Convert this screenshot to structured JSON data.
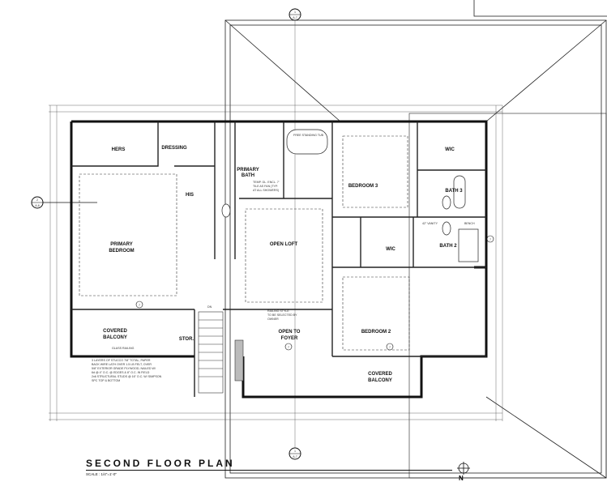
{
  "title": "SECOND FLOOR PLAN",
  "scale": "SCALE : 1/4\"=1'-0\"",
  "north_label": "N",
  "section_markers": {
    "top": {
      "number": "1",
      "sheet": "A-7"
    },
    "bottom": {
      "number": "1",
      "sheet": "A-7"
    },
    "left": {
      "number": "2",
      "sheet": "A-6"
    }
  },
  "rooms": {
    "hers": "HERS",
    "dressing": "DRESSING",
    "primary_bath_1": "PRIMARY",
    "primary_bath_2": "BATH",
    "his": "HIS",
    "primary_bedroom_1": "PRIMARY",
    "primary_bedroom_2": "BEDROOM",
    "open_loft": "OPEN LOFT",
    "bedroom_3": "BEDROOM 3",
    "wic_1": "WIC",
    "bath_3": "BATH 3",
    "wic_2": "WIC",
    "bath_2": "BATH 2",
    "covered_balcony_left_1": "COVERED",
    "covered_balcony_left_2": "BALCONY",
    "stor": "STOR.",
    "open_to_foyer_1": "OPEN TO",
    "open_to_foyer_2": "FOYER",
    "bedroom_2": "BEDROOM 2",
    "covered_balcony_right_1": "COVERED",
    "covered_balcony_right_2": "BALCONY"
  },
  "notes": {
    "tub": "FREE STANDING TUB",
    "shower_1": "TEMP. GL. ENCL. 7'",
    "shower_2": "TILE AS FAN (TYP.",
    "shower_3": "AT ALL SHOWERS)",
    "vanity": "42\" VANITY",
    "bench": "BENCH",
    "stairs_dn": "DN",
    "glass_railing": "GLASS RAILING",
    "railing_1": "RAILING STYLE",
    "railing_2": "TO BE SELECTED BY",
    "railing_3": "OWNER",
    "stucco_1": "3 LAYERS OF STUCCO 7/8\" TOTAL, PAPER",
    "stucco_2": "BACK WIRE LATH OVER 1.5 LB FELT, OVER",
    "stucco_3": "5/8\" EXTERIOR GRADE PLYWOOD, NAILED W/",
    "stucco_4": "6d @ 4\" O.C. @ EDGES & 8\" O.C. IN FIELD",
    "stucco_5": "2x6 STRUCTURAL STUDS @ 16\" O.C. W/ SIMPSON",
    "stucco_6": "SPC TOP & BOTTOM"
  },
  "door_tags": [
    "7",
    "7",
    "7",
    "7"
  ]
}
